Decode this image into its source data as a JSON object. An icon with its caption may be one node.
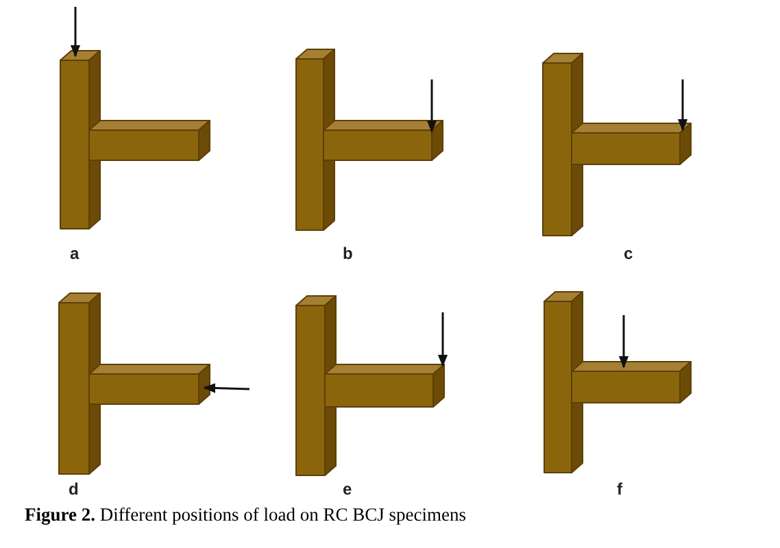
{
  "diagram": {
    "caption": "**Figure 2.** Different positions of load on RC BCJ specimens",
    "labels": [
      "a",
      "b",
      "c",
      "d",
      "e",
      "f"
    ]
  }
}
